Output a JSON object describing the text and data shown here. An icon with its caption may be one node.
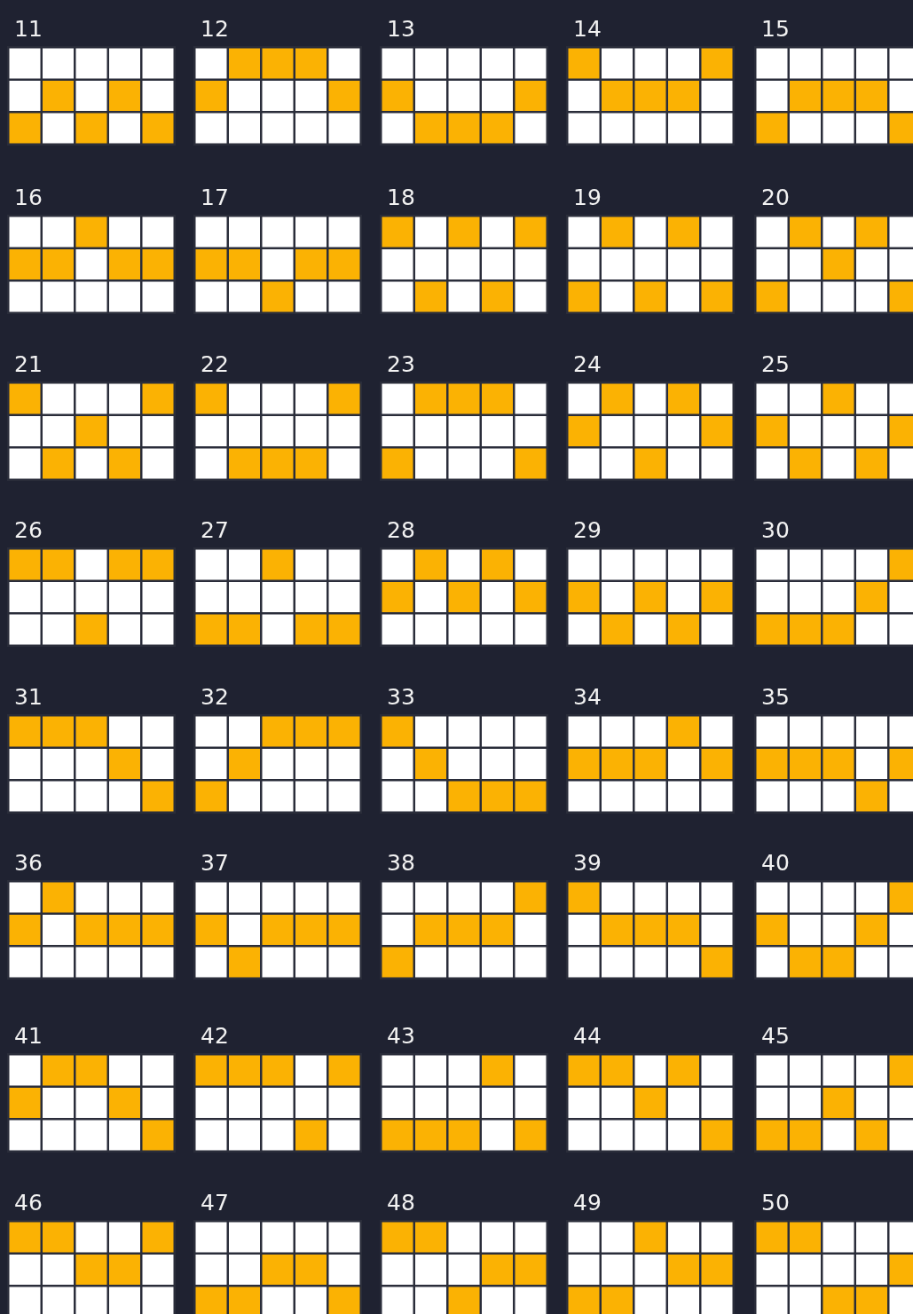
{
  "diagram": {
    "nodes": [
      {
        "text": [
          "11"
        ]
      },
      {
        "text": [
          "12"
        ]
      },
      {
        "text": [
          "13"
        ]
      },
      {
        "text": [
          "14"
        ]
      },
      {
        "text": [
          "15"
        ]
      },
      {
        "text": [
          "16"
        ]
      },
      {
        "text": [
          "17"
        ]
      },
      {
        "text": [
          "18"
        ]
      },
      {
        "text": [
          "19"
        ]
      },
      {
        "text": [
          "20"
        ]
      },
      {
        "text": [
          "21"
        ]
      },
      {
        "text": [
          "22"
        ]
      },
      {
        "text": [
          "23"
        ]
      },
      {
        "text": [
          "24"
        ]
      },
      {
        "text": [
          "25"
        ]
      },
      {
        "text": [
          "26"
        ]
      },
      {
        "text": [
          "27"
        ]
      },
      {
        "text": [
          "28"
        ]
      },
      {
        "text": [
          "29"
        ]
      },
      {
        "text": [
          "30"
        ]
      },
      {
        "text": [
          "31"
        ]
      },
      {
        "text": [
          "32"
        ]
      },
      {
        "text": [
          "33"
        ]
      },
      {
        "text": [
          "34"
        ]
      },
      {
        "text": [
          "35"
        ]
      },
      {
        "text": [
          "36"
        ]
      },
      {
        "text": [
          "37"
        ]
      },
      {
        "text": [
          "38"
        ]
      },
      {
        "text": [
          "39"
        ]
      },
      {
        "text": [
          "40"
        ]
      },
      {
        "text": [
          "41"
        ]
      },
      {
        "text": [
          "42"
        ]
      },
      {
        "text": [
          "43"
        ]
      },
      {
        "text": [
          "44"
        ]
      },
      {
        "text": [
          "45"
        ]
      },
      {
        "text": [
          "46"
        ]
      },
      {
        "text": [
          "47"
        ]
      },
      {
        "text": [
          "48"
        ]
      },
      {
        "text": [
          "49"
        ]
      },
      {
        "text": [
          "50"
        ]
      }
    ]
  }
}
